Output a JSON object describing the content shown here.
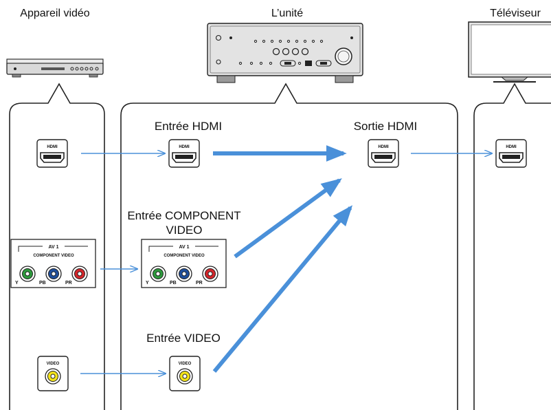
{
  "devices": {
    "video_device": "Appareil vidéo",
    "unit": "L’unité",
    "tv": "Téléviseur"
  },
  "unit_labels": {
    "hdmi_in": "Entrée HDMI",
    "hdmi_out": "Sortie HDMI",
    "component_in_line1": "Entrée COMPONENT",
    "component_in_line2": "VIDEO",
    "video_in": "Entrée VIDEO"
  },
  "jacks": {
    "hdmi": "HDMI",
    "av1": "AV 1",
    "component_video": "COMPONENT VIDEO",
    "y": "Y",
    "pb": "PB",
    "pr": "PR",
    "video": "VIDEO"
  },
  "colors": {
    "arrow": "#4a90d9",
    "frame": "#222222",
    "jack_green": "#2e9a3d",
    "jack_blue": "#1f4e9c",
    "jack_red": "#d3262b",
    "jack_yellow": "#f2e21b"
  }
}
